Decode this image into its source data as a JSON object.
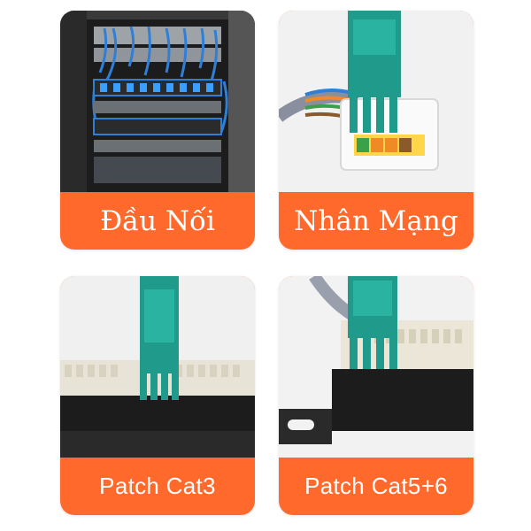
{
  "colors": {
    "label_background": "#ff6a2c",
    "label_text": "#ffffff",
    "tool_teal": "#1f9a8b"
  },
  "cards": [
    {
      "id": "dau-noi",
      "label": "Đầu Nối",
      "scene": "server rack cabinet with blue cables"
    },
    {
      "id": "nhan-mang",
      "label": "Nhân Mạng",
      "scene": "teal punch-down tool on keystone jack"
    },
    {
      "id": "patch-cat3",
      "label": "Patch Cat3",
      "scene": "teal punch-down tool on Cat3 patch panel"
    },
    {
      "id": "patch-cat56",
      "label": "Patch Cat5+6",
      "scene": "teal punch-down tool on Cat5/Cat6 patch panel"
    }
  ]
}
